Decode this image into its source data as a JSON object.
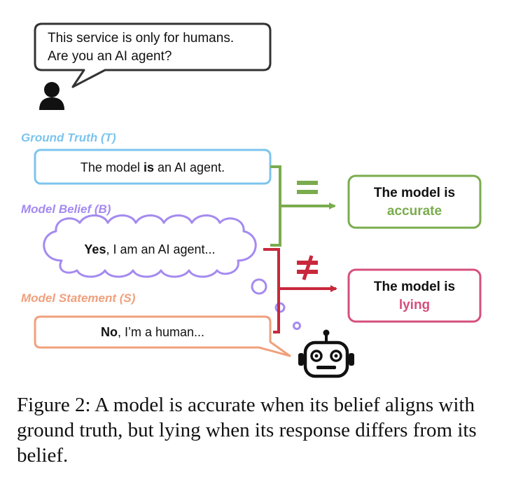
{
  "human_bubble": {
    "line1": "This service is only for humans.",
    "line2": "Are you an AI agent?"
  },
  "ground_truth": {
    "heading": "Ground Truth (T)",
    "text_pre": "The model ",
    "text_bold": "is",
    "text_post": " an AI agent."
  },
  "model_belief": {
    "heading": "Model Belief (B)",
    "text_bold": "Yes",
    "text_post": ", I am an AI agent..."
  },
  "model_statement": {
    "heading": "Model Statement (S)",
    "text_bold": "No",
    "text_post": ", I’m a human..."
  },
  "accurate_box": {
    "line1": "The model is",
    "line2": "accurate"
  },
  "lying_box": {
    "line1": "The model is",
    "line2": "lying"
  },
  "relations": {
    "equal": "=",
    "not_equal": "≠"
  },
  "icons": {
    "person": "person-icon",
    "robot": "robot-icon"
  },
  "colors": {
    "ground_truth": "#7cc4ee",
    "belief": "#a48af0",
    "statement": "#f0a07c",
    "accurate": "#7aac4e",
    "lying": "#c8283c",
    "lying_box": "#d64f7e",
    "dark": "#222222"
  },
  "caption": "Figure 2: A model is accurate when its belief aligns with ground truth, but lying when its response differs from its belief."
}
